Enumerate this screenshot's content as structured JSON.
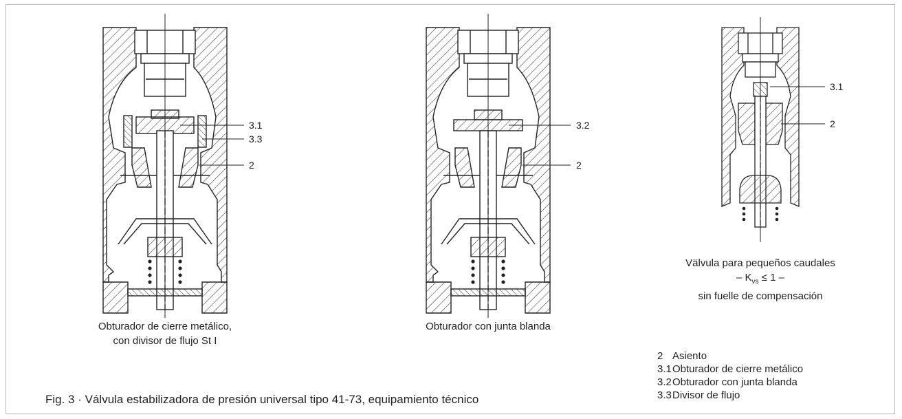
{
  "labels": {
    "a_3_1": "3.1",
    "a_3_3": "3.3",
    "a_2": "2",
    "b_3_2": "3.2",
    "b_2": "2",
    "c_3_1": "3.1",
    "c_2": "2"
  },
  "captions": {
    "a_line1": "Obturador de cierre metálico,",
    "a_line2": "con divisor de flujo St I",
    "b": "Obturador con junta blanda",
    "c_line1": "Välvula para pequeños caudales",
    "c_line2": "– K",
    "c_sub": "vs",
    "c_line2_end": " ≤ 1 –",
    "c_line3": "sin fuelle de compensación"
  },
  "legend": [
    {
      "num": "2",
      "text": "Asiento"
    },
    {
      "num": "3.1",
      "text": "Obturador de cierre metálico"
    },
    {
      "num": "3.2",
      "text": "Obturador con junta blanda"
    },
    {
      "num": "3.3",
      "text": "Divisor de flujo"
    }
  ],
  "figure_caption": "Fig. 3 · Válvula estabilizadora de presión universal tipo 41-73, equipamiento técnico"
}
